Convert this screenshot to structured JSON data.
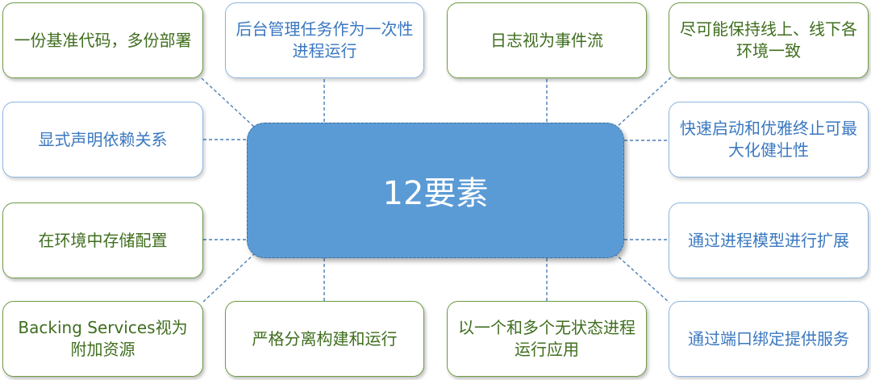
{
  "center": {
    "label": "12要素",
    "fill": "#5b9bd5"
  },
  "colors": {
    "green_border": "#6e9c42",
    "green_text": "#3f6e1e",
    "blue_border": "#8cb6e0",
    "blue_text": "#3a78c0",
    "link": "#4a7fb5"
  },
  "nodes": [
    {
      "label": "一份基准代码，多份部署",
      "style": "green"
    },
    {
      "label": "后台管理任务作为一次性进程运行",
      "style": "blue"
    },
    {
      "label": "日志视为事件流",
      "style": "green"
    },
    {
      "label": "尽可能保持线上、线下各环境一致",
      "style": "green"
    },
    {
      "label": "显式声明依赖关系",
      "style": "blue"
    },
    {
      "label": "快速启动和优雅终止可最大化健壮性",
      "style": "blue"
    },
    {
      "label": "在环境中存储配置",
      "style": "green"
    },
    {
      "label": "通过进程模型进行扩展",
      "style": "blue"
    },
    {
      "label": "Backing Services视为附加资源",
      "style": "green"
    },
    {
      "label": "严格分离构建和运行",
      "style": "green"
    },
    {
      "label": "以一个和多个无状态进程运行应用",
      "style": "green"
    },
    {
      "label": "通过端口绑定提供服务",
      "style": "blue"
    }
  ]
}
